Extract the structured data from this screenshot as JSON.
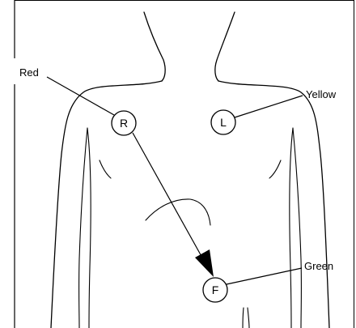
{
  "diagram": {
    "electrodes": [
      {
        "id": "R",
        "letter": "R",
        "wire_label": "Red"
      },
      {
        "id": "L",
        "letter": "L",
        "wire_label": "Yellow"
      },
      {
        "id": "F",
        "letter": "F",
        "wire_label": "Green"
      }
    ],
    "connection": {
      "from": "R",
      "to": "F",
      "arrow": "head-at-target"
    }
  }
}
